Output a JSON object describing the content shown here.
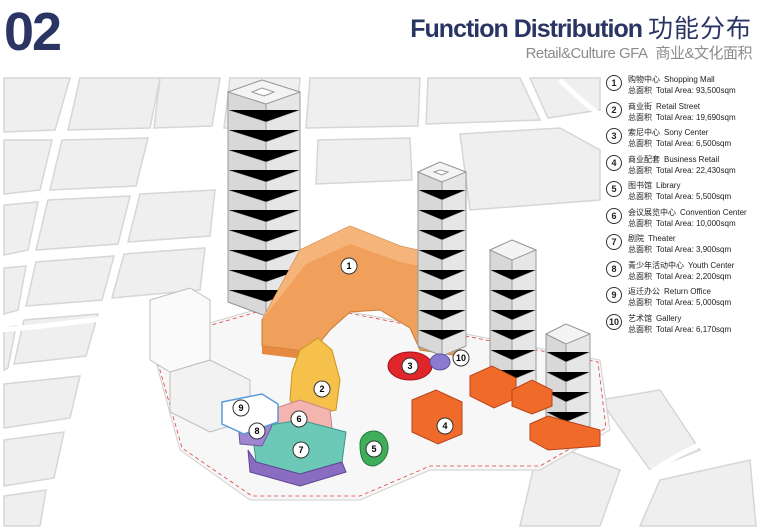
{
  "header": {
    "page_number": "02",
    "title_en": "Function Distribution",
    "title_cn": "功能分布",
    "subtitle_en": "Retail&Culture GFA",
    "subtitle_cn": "商业&文化面积"
  },
  "legend": {
    "items": [
      {
        "num": "1",
        "name_cn": "购物中心",
        "name_en": "Shopping Mall",
        "area_cn": "总面积",
        "area_en": "Total Area: 93,500sqm"
      },
      {
        "num": "2",
        "name_cn": "商业街",
        "name_en": "Retail Street",
        "area_cn": "总面积",
        "area_en": "Total Area: 19,690sqm"
      },
      {
        "num": "3",
        "name_cn": "索尼中心",
        "name_en": "Sony Center",
        "area_cn": "总面积",
        "area_en": "Total Area: 6,500sqm"
      },
      {
        "num": "4",
        "name_cn": "商业配套",
        "name_en": "Business Retail",
        "area_cn": "总面积",
        "area_en": "Total Area: 22,430sqm"
      },
      {
        "num": "5",
        "name_cn": "图书馆",
        "name_en": "Library",
        "area_cn": "总面积",
        "area_en": "Total Area: 5,500sqm"
      },
      {
        "num": "6",
        "name_cn": "会议展览中心",
        "name_en": "Convention Center",
        "area_cn": "总面积",
        "area_en": "Total Area: 10,000sqm"
      },
      {
        "num": "7",
        "name_cn": "剧院",
        "name_en": "Theater",
        "area_cn": "总面积",
        "area_en": "Total Area: 3,900sqm"
      },
      {
        "num": "8",
        "name_cn": "青少年活动中心",
        "name_en": "Youth Center",
        "area_cn": "总面积",
        "area_en": "Total Area: 2,200sqm"
      },
      {
        "num": "9",
        "name_cn": "返迁办公",
        "name_en": "Return Office",
        "area_cn": "总面积",
        "area_en": "Total Area: 5,000sqm"
      },
      {
        "num": "10",
        "name_cn": "艺术馆",
        "name_en": "Gallery",
        "area_cn": "总面积",
        "area_en": "Total Area: 6,170sqm"
      }
    ]
  },
  "map_labels": [
    "1",
    "2",
    "3",
    "4",
    "5",
    "6",
    "7",
    "8",
    "9",
    "10"
  ],
  "colors": {
    "title": "#2a3563",
    "shopping_mall": "#f0a05a",
    "retail_street": "#f5c14a",
    "sony_center": "#e0262b",
    "business_retail": "#f06a2a",
    "library": "#3fae5a",
    "convention_center": "#f4b5b0",
    "theater": "#6cc9b8",
    "youth_center": "#8a6cc0",
    "return_office": "#5a9ad8",
    "gallery": "#8a7ad0"
  }
}
